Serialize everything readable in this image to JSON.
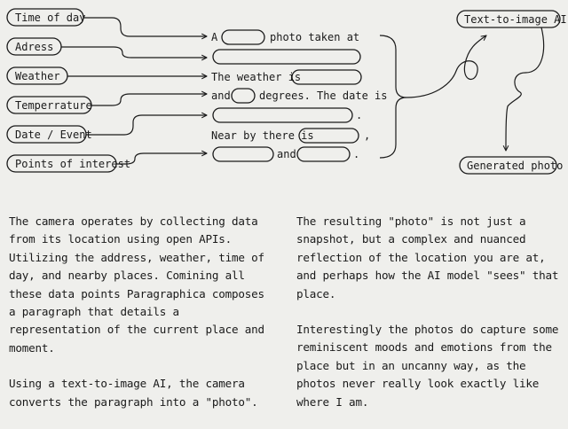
{
  "inputs": [
    {
      "key": "time",
      "label": "Time of day"
    },
    {
      "key": "address",
      "label": "Adress"
    },
    {
      "key": "weather",
      "label": "Weather"
    },
    {
      "key": "temperature",
      "label": "Temperrature"
    },
    {
      "key": "date",
      "label": "Date / Event"
    },
    {
      "key": "poi",
      "label": "Points of interest"
    }
  ],
  "paragraph": {
    "word_a": "A",
    "photo_taken_at": "photo taken at",
    "weather_is": "The weather is",
    "and": "and",
    "degrees_date_is": "degrees. The date is",
    "period": ".",
    "near_by_there_is": "Near by there is",
    "comma": ",",
    "and2": "and",
    "period2": "."
  },
  "nodes": {
    "ai": "Text-to-image AI",
    "output": "Generated photo"
  },
  "description": {
    "left": [
      "The camera operates by collecting data from its location using open APIs. Utilizing the address, weather, time of day, and nearby places. Comining all these data points Paragraphica composes a paragraph that details a representation of the current place and moment.",
      "Using a text-to-image AI, the camera converts the paragraph into a \"photo\"."
    ],
    "right": [
      "The resulting \"photo\" is not just a snapshot, but a complex and nuanced reflection of the location you are at, and perhaps how the AI model \"sees\" that place.",
      "Interestingly the photos do capture some reminiscent moods and emotions from the place but in an uncanny way, as the photos never really look exactly like where I am."
    ]
  }
}
